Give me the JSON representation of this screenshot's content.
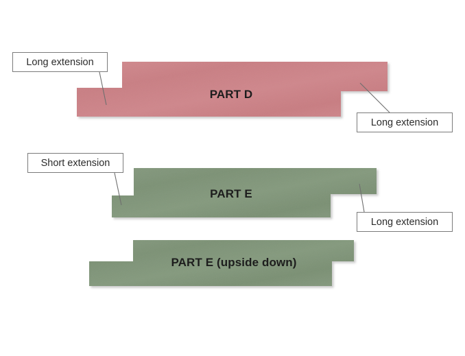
{
  "diagram": {
    "background_color": "#ffffff",
    "parts": [
      {
        "id": "part-d",
        "label": "PART D",
        "color": "#cc8085",
        "shape": "stepped-plank",
        "left_extension": "long-bottom",
        "right_extension": "long-top"
      },
      {
        "id": "part-e",
        "label": "PART E",
        "color": "#7f9478",
        "shape": "stepped-plank",
        "left_extension": "short-bottom",
        "right_extension": "long-top"
      },
      {
        "id": "part-e-upside-down",
        "label": "PART E (upside down)",
        "color": "#7f9478",
        "shape": "stepped-plank",
        "left_extension": "long-bottom",
        "right_extension": "short-bottom"
      }
    ],
    "callouts": [
      {
        "id": "callout-d-left",
        "text": "Long extension",
        "points_to": "part-d-left-extension"
      },
      {
        "id": "callout-d-right",
        "text": "Long extension",
        "points_to": "part-d-right-extension"
      },
      {
        "id": "callout-e-left",
        "text": "Short extension",
        "points_to": "part-e-left-extension"
      },
      {
        "id": "callout-e-right",
        "text": "Long extension",
        "points_to": "part-e-right-extension"
      }
    ],
    "callout_border_color": "#7a7a7a",
    "leader_line_color": "#6f6f6f",
    "text_color": "#1d1d1d"
  }
}
